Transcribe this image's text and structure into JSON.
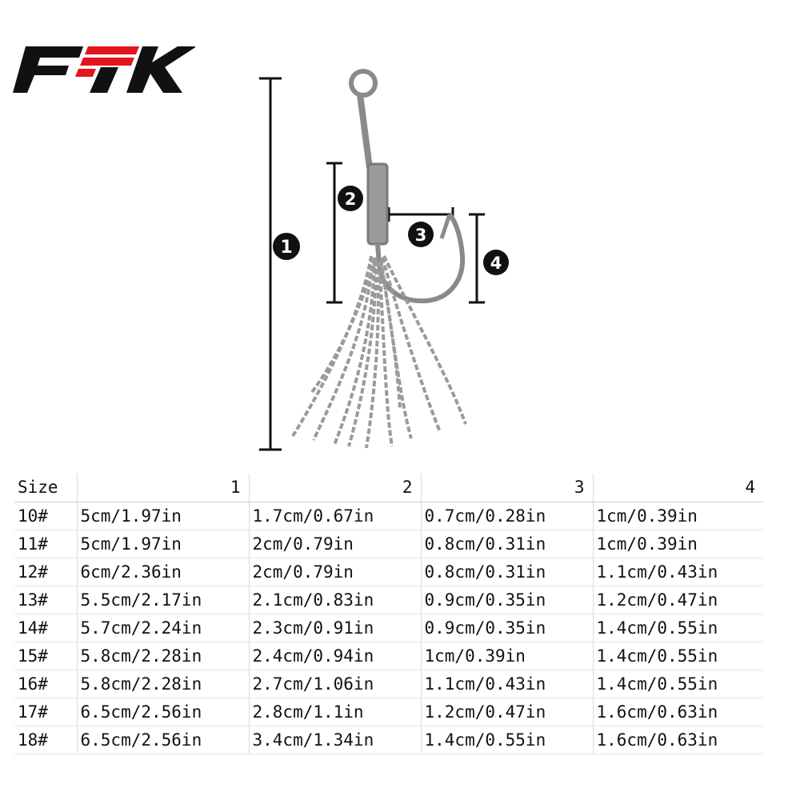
{
  "logo": {
    "text": "FTK"
  },
  "diagram": {
    "markers": [
      "1",
      "2",
      "3",
      "4"
    ]
  },
  "table": {
    "headers": [
      "Size",
      "1",
      "2",
      "3",
      "4"
    ],
    "rows": [
      [
        "10#",
        "5cm/1.97in",
        "1.7cm/0.67in",
        "0.7cm/0.28in",
        "1cm/0.39in"
      ],
      [
        "11#",
        "5cm/1.97in",
        "2cm/0.79in",
        "0.8cm/0.31in",
        "1cm/0.39in"
      ],
      [
        "12#",
        "6cm/2.36in",
        "2cm/0.79in",
        "0.8cm/0.31in",
        "1.1cm/0.43in"
      ],
      [
        "13#",
        "5.5cm/2.17in",
        "2.1cm/0.83in",
        "0.9cm/0.35in",
        "1.2cm/0.47in"
      ],
      [
        "14#",
        "5.7cm/2.24in",
        "2.3cm/0.91in",
        "0.9cm/0.35in",
        "1.4cm/0.55in"
      ],
      [
        "15#",
        "5.8cm/2.28in",
        "2.4cm/0.94in",
        "1cm/0.39in",
        "1.4cm/0.55in"
      ],
      [
        "16#",
        "5.8cm/2.28in",
        "2.7cm/1.06in",
        "1.1cm/0.43in",
        "1.4cm/0.55in"
      ],
      [
        "17#",
        "6.5cm/2.56in",
        "2.8cm/1.1in",
        "1.2cm/0.47in",
        "1.6cm/0.63in"
      ],
      [
        "18#",
        "6.5cm/2.56in",
        "3.4cm/1.34in",
        "1.4cm/0.55in",
        "1.6cm/0.63in"
      ]
    ]
  },
  "colors": {
    "logo_black": "#111111",
    "logo_red": "#e3161e",
    "hook_gray": "#8a8a8a",
    "line_black": "#111111"
  }
}
